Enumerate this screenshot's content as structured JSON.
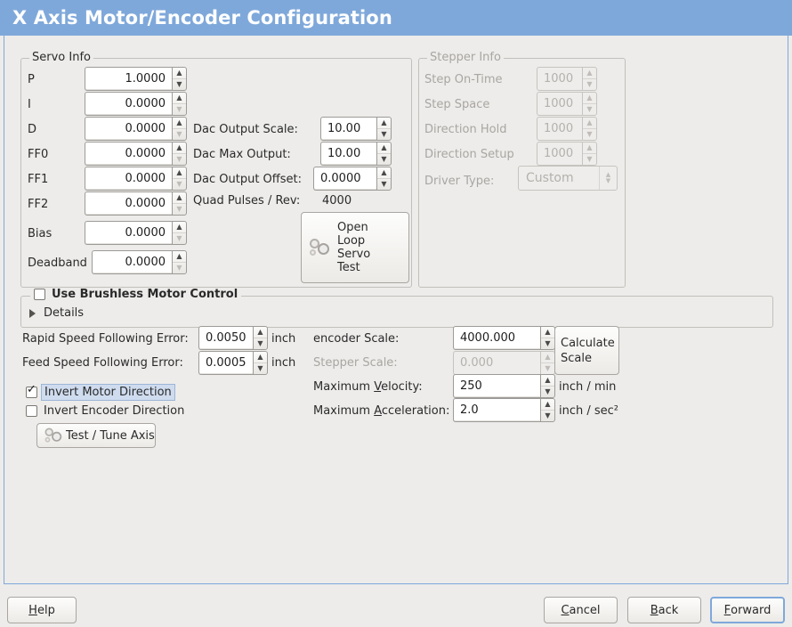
{
  "window": {
    "title": "X Axis Motor/Encoder Configuration",
    "title_bg": "#7fa8da"
  },
  "servo_info": {
    "legend": "Servo Info",
    "rows": [
      {
        "label": "P",
        "value": "1.0000"
      },
      {
        "label": "I",
        "value": "0.0000"
      },
      {
        "label": "D",
        "value": "0.0000"
      },
      {
        "label": "FF0",
        "value": "0.0000"
      },
      {
        "label": "FF1",
        "value": "0.0000"
      },
      {
        "label": "FF2",
        "value": "0.0000"
      },
      {
        "label": "Bias",
        "value": "0.0000"
      },
      {
        "label": "Deadband",
        "value": "0.0000"
      }
    ],
    "dac": [
      {
        "label": "Dac Output Scale:",
        "value": "10.00"
      },
      {
        "label": "Dac Max Output:",
        "value": "10.00"
      },
      {
        "label": "Dac Output Offset:",
        "value": "0.0000"
      }
    ],
    "quad_pulses_label": "Quad Pulses / Rev:",
    "quad_pulses_value": "4000",
    "open_loop_button": "Open\nLoop\nServo\nTest",
    "open_loop_lines": [
      "Open",
      "Loop",
      "Servo",
      "Test"
    ]
  },
  "stepper_info": {
    "legend": "Stepper Info",
    "enabled": false,
    "rows": [
      {
        "label": "Step On-Time",
        "value": "1000"
      },
      {
        "label": "Step Space",
        "value": "1000"
      },
      {
        "label": "Direction Hold",
        "value": "1000"
      },
      {
        "label": "Direction Setup",
        "value": "1000"
      }
    ],
    "driver_type_label": "Driver Type:",
    "driver_type_value": "Custom"
  },
  "brushless": {
    "checkbox_label": "Use Brushless Motor Control",
    "checked": false,
    "details_label": "Details"
  },
  "tuning": {
    "rapid_error_label": "Rapid Speed Following Error:",
    "rapid_error_value": "0.0050",
    "rapid_error_unit": "inch",
    "feed_error_label": "Feed Speed Following Error:",
    "feed_error_value": "0.0005",
    "feed_error_unit": "inch",
    "invert_motor_label": "Invert Motor Direction",
    "invert_motor_checked": true,
    "invert_encoder_label": "Invert Encoder Direction",
    "invert_encoder_checked": false,
    "test_tune_button": "Test / Tune Axis"
  },
  "scales": {
    "encoder_scale_label": "encoder Scale:",
    "encoder_scale_value": "4000.000",
    "stepper_scale_label": "Stepper Scale:",
    "stepper_scale_value": "0.000",
    "stepper_scale_enabled": false,
    "calculate_button_lines": [
      "Calculate",
      "Scale"
    ],
    "max_velocity_label_pre": "Maximum ",
    "max_velocity_label_mnemonic": "V",
    "max_velocity_label_post": "elocity:",
    "max_velocity_value": "250",
    "max_velocity_unit": "inch / min",
    "max_accel_label_pre": "Maximum ",
    "max_accel_label_mnemonic": "A",
    "max_accel_label_post": "cceleration:",
    "max_accel_value": "2.0",
    "max_accel_unit": "inch / sec²"
  },
  "footer": {
    "help_pre": "",
    "help_mnemonic": "H",
    "help_post": "elp",
    "cancel_pre": "",
    "cancel_mnemonic": "C",
    "cancel_post": "ancel",
    "back_pre": "",
    "back_mnemonic": "B",
    "back_post": "ack",
    "forward_pre": "",
    "forward_mnemonic": "F",
    "forward_post": "orward"
  }
}
